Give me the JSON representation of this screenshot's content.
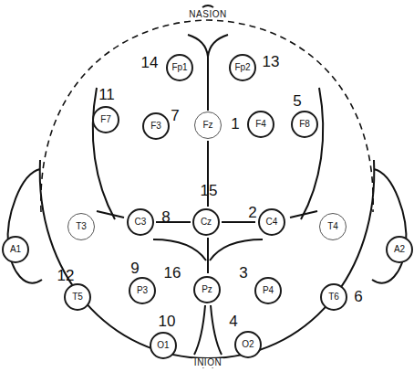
{
  "diagram": {
    "nodes": [
      {
        "text": [
          "Fp1"
        ]
      },
      {
        "text": [
          "Fp2"
        ]
      },
      {
        "text": [
          "F7"
        ]
      },
      {
        "text": [
          "F3"
        ]
      },
      {
        "text": [
          "Fz"
        ]
      },
      {
        "text": [
          "F4"
        ]
      },
      {
        "text": [
          "F8"
        ]
      },
      {
        "text": [
          "A1"
        ]
      },
      {
        "text": [
          "T3"
        ]
      },
      {
        "text": [
          "C3"
        ]
      },
      {
        "text": [
          "Cz"
        ]
      },
      {
        "text": [
          "C4"
        ]
      },
      {
        "text": [
          "T4"
        ]
      },
      {
        "text": [
          "A2"
        ]
      },
      {
        "text": [
          "T5"
        ]
      },
      {
        "text": [
          "P3"
        ]
      },
      {
        "text": [
          "Pz"
        ]
      },
      {
        "text": [
          "P4"
        ]
      },
      {
        "text": [
          "T6"
        ]
      },
      {
        "text": [
          "O1"
        ]
      },
      {
        "text": [
          "O2"
        ]
      }
    ],
    "labels": [
      "NASION",
      "INION",
      "14",
      "13",
      "11",
      "7",
      "1",
      "5",
      "8",
      "15",
      "2",
      "12",
      "9",
      "16",
      "3",
      "6",
      "10",
      "4"
    ]
  }
}
